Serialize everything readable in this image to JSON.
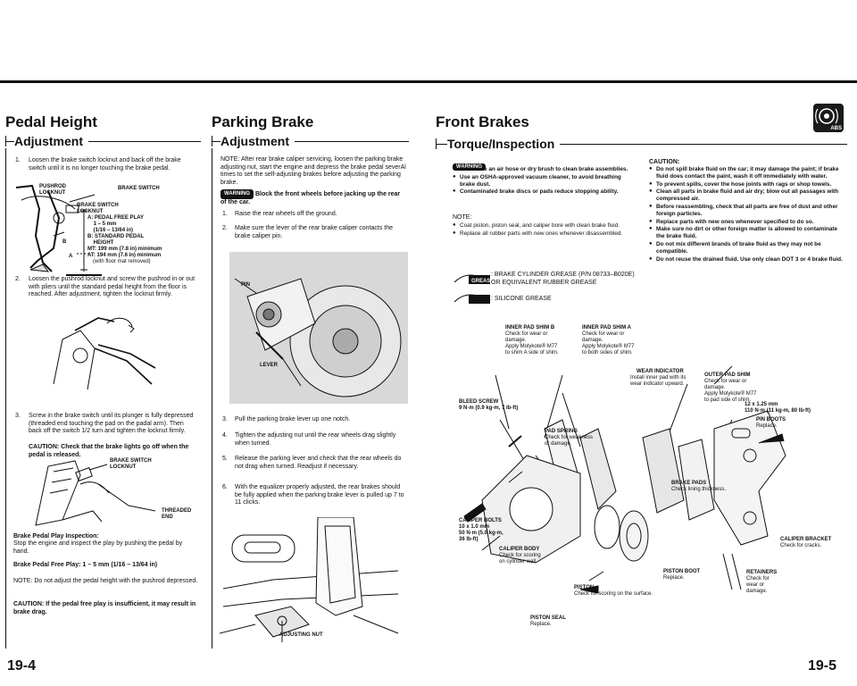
{
  "pedal": {
    "title": "Pedal Height",
    "subtitle": "Adjustment",
    "step1": "Loosen the brake switch locknut and back off the brake switch until it is no longer touching the brake pedal.",
    "labels": {
      "pushrod": "PUSHROD\nLOCKNUT",
      "brake_switch": "BRAKE SWITCH",
      "brake_switch_locknut": "BRAKE SWITCH\nLOCKNUT",
      "a_free_play": "A: PEDAL FREE PLAY\n    1 – 5 mm\n    (1/16 – 13/64 in)",
      "b_standard": "B: STANDARD PEDAL\n    HEIGHT",
      "mt": "MT: 199 mm (7.8 in) minimum",
      "at": "AT: 194 mm (7.6 in) minimum",
      "floor_mat": "(with floor mat removed)",
      "b": "B",
      "a": "A"
    },
    "step2": "Loosen the pushrod locknut and screw the pushrod in or out with pliers until the standard pedal height from the floor is reached. After adjustment, tighten the locknut firmly.",
    "step3": "Screw in the brake switch until its plunger is fully depressed (threaded end touching the pad on the padal arm). Then back off the switch 1/2 turn and tighten the locknut firmly.",
    "caution1": "CAUTION: Check that the brake lights go off when the pedal is released.",
    "labels2": {
      "brake_switch_locknut": "BRAKE SWITCH\nLOCKNUT",
      "threaded_end": "THREADED\nEND"
    },
    "inspection_title": "Brake Pedal Play Inspection:",
    "inspection_text": "Stop the engine and inspect the play by pushing the pedal by hand.",
    "free_play": "Brake Pedal Free Play: 1 – 5 mm (1/16 – 13/64 in)",
    "note": "NOTE: Do not adjust the pedal height with the pushrod depressed.",
    "caution2": "CAUTION: If the pedal free play is insufficient, it may result in brake drag.",
    "page": "19-4"
  },
  "parking": {
    "title": "Parking Brake",
    "subtitle": "Adjustment",
    "note": "NOTE: After rear brake caliper servicing, loosen the parking brake adjusting nut, start the engine and depress the brake pedal severAl times to set the self-adjusting brakes before adjusting the parking brake.",
    "warning_badge": "WARNING",
    "warning": "Block the front wheels before jacking up the rear of the car.",
    "steps_top": [
      "Raise the rear wheels off the ground.",
      "Make sure the lever of the rear brake caliper contacts the brake caliper pin."
    ],
    "pin": "PIN",
    "lever": "LEVER",
    "steps_bottom": [
      "Pull the parking brake lever up one notch.",
      "Tighten the adjusting nut until the rear wheels drag slightly when turned.",
      "Release the parking lever and check that the rear wheels do not drag when turned. Readjust if necessary.",
      "With the equalizer properly adjusted, the rear brakes should be fully applied when the parking brake lever is pulled up 7 to 11 clicks."
    ],
    "adjusting_nut": "ADJUSTING NUT"
  },
  "front": {
    "title": "Front Brakes",
    "subtitle": "Torque/Inspection",
    "warning_badge": "WARNING",
    "warnings": [
      "Never use an air hose or dry brush to clean brake assemblies.",
      "Use an OSHA-approved vacuum cleaner, to avoid breathing brake dust.",
      "Contaminated brake discs or pads reduce stopping ability."
    ],
    "note_title": "NOTE:",
    "notes": [
      "Coat piston, piston seal, and caliper bore with clean brake fluid.",
      "Replace all rubber parts with new ones whenever disassembled."
    ],
    "grease1": ": BRAKE CYLINDER GREASE (P/N 08733–B020E) OR EQUIVALENT RUBBER GREASE",
    "grease2": ": SILICONE GREASE",
    "caution_title": "CAUTION:",
    "cautions": [
      "Do not spill brake fluid on the car; it may damage the paint; if brake fluid does contact the paint, wash it off immediately with water.",
      "To prevent spills, cover the hose joints with rags or shop towels.",
      "Clean all parts in brake fluid and air dry; blow out all passages with compressed air.",
      "Before reassembling, check that all parts are free of dust and other foreign particles.",
      "Replace parts with new ones whenever specified to do so.",
      "Make sure no dirt or other foreign matter is allowed to contaminate the brake fluid.",
      "Do not mix different brands of brake fluid as they may not be compatible.",
      "Do not reuse the drained fluid. Use only clean DOT 3 or 4 brake fluid."
    ],
    "labels": {
      "inner_shim_b": "INNER PAD SHIM B",
      "inner_shim_b_text": "Check for wear or\ndamage.\nApply Molykote® M77\nto shim A side of shim.",
      "inner_shim_a": "INNER PAD SHIM A",
      "inner_shim_a_text": "Check for wear or\ndamage.\nApply Molykote® M77\nto both sides of shim.",
      "wear_indicator": "WEAR INDICATOR",
      "wear_indicator_text": "Install inner pad with its\nwear indicator upward.",
      "outer_shim": "OUTER PAD SHIM",
      "outer_shim_text": "Check for wear or\ndamage.\nApply Molykote® M77\nto pad side of shim.",
      "bleed_screw": "BLEED SCREW",
      "bleed_screw_text": "9 N·m (0.9 kg-m, 7 lb-ft)",
      "bolt_spec": "12 x 1.25 mm",
      "bolt_torque": "110 N·m (11 kg-m, 80 lb-ft)",
      "pin_boots": "PIN BOOTS",
      "pin_boots_text": "Replace.",
      "pad_spring": "PAD SPRING",
      "pad_spring_text": "Check for weakness\nor damage.",
      "brake_pads": "BRAKE PADS",
      "brake_pads_text": "Check lining thickness.",
      "caliper_bolts": "CALIPER BOLTS",
      "caliper_bolts_text": "10 x 1.0 mm\n50 N·m (5.0 kg-m,\n36 lb-ft)",
      "caliper_body": "CALIPER BODY",
      "caliper_body_text": "Check for scoring\non cylinder wall.",
      "caliper_bracket": "CALIPER BRACKET",
      "caliper_bracket_text": "Check for cracks.",
      "piston_boot": "PISTON BOOT",
      "piston_boot_text": "Replace.",
      "retainers": "RETAINERS",
      "retainers_text": "Check for\nwear or\ndamage.",
      "piston": "PISTON",
      "piston_text": "Check for scoring on the surface.",
      "piston_seal": "PISTON SEAL",
      "piston_seal_text": "Replace."
    },
    "abs_label": "ABS",
    "page": "19-5"
  }
}
